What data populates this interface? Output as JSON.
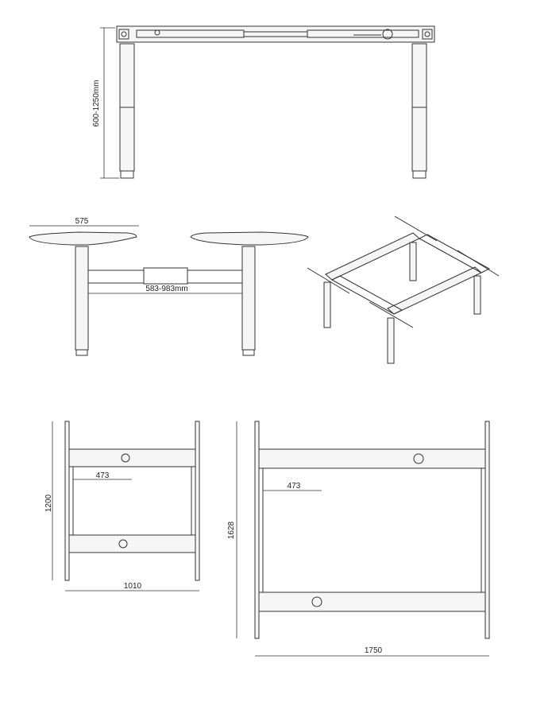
{
  "labels": {
    "height_range": "600-1250mm",
    "top_width": "575",
    "beam_range": "583-983mm",
    "inner_offset_single": "473",
    "depth_single": "1200",
    "width_single": "1010",
    "inner_offset_double": "473",
    "depth_double": "1628",
    "width_double": "1750"
  }
}
